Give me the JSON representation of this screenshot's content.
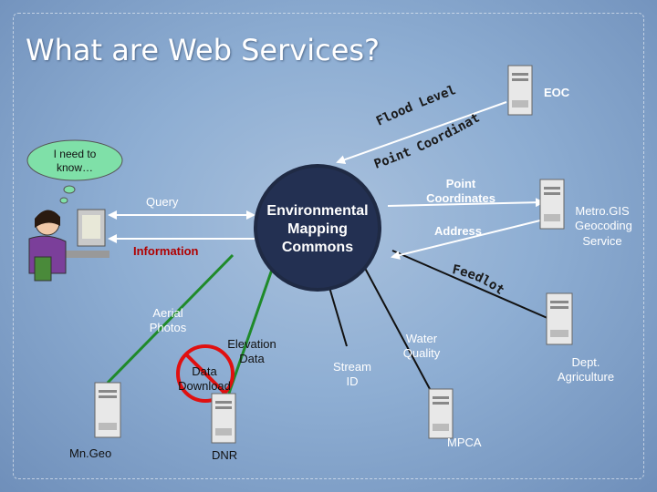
{
  "slide": {
    "title": "What are Web Services?"
  },
  "thought_bubble": {
    "text": "I need to know…"
  },
  "center": {
    "label": "Environmental Mapping Commons"
  },
  "arrows": {
    "query": "Query",
    "information": "Information",
    "point_coordinates": "Point Coordinates",
    "address": "Address",
    "feedlots": "Feedlots",
    "aerial_photos": "Aerial Photos",
    "elevation_data": "Elevation Data",
    "data_download": "Data Download",
    "stream_id": "Stream ID",
    "water_quality": "Water Quality",
    "flood_level": "Flood Level",
    "point_coordinates_arc": "Point Coordinates"
  },
  "servers": {
    "eoc": "EOC",
    "metrogis": "Metro.GIS Geocoding Service",
    "dept_agriculture": "Dept. Agriculture",
    "mpca": "MPCA",
    "dnr": "DNR",
    "mngeo": "Mn.Geo"
  },
  "colors": {
    "background": "#8eaed3",
    "center_circle": "#1f2a44",
    "center_text": "#ffffff",
    "arrow": "#ffffff",
    "line_green": "#1f8a2a",
    "line_dark": "#111111",
    "prohibit": "#e01010"
  }
}
